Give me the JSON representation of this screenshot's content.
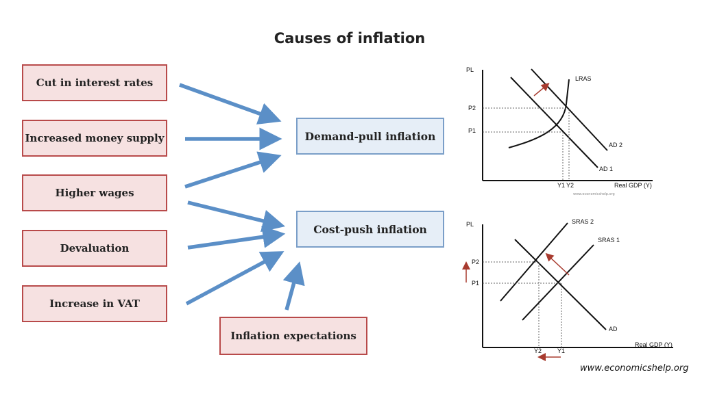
{
  "title": "Causes of inflation",
  "causes": [
    {
      "label": "Cut in interest rates"
    },
    {
      "label": "Increased money supply"
    },
    {
      "label": "Higher wages"
    },
    {
      "label": "Devaluation"
    },
    {
      "label": "Increase in VAT"
    }
  ],
  "effects": [
    {
      "label": "Demand-pull inflation"
    },
    {
      "label": "Cost-push inflation"
    }
  ],
  "expectations": {
    "label": "Inflation expectations"
  },
  "graph1": {
    "y_axis": "PL",
    "x_axis": "Real GDP (Y)",
    "p2": "P2",
    "p1": "P1",
    "y1": "Y1",
    "y2": "Y2",
    "lras": "LRAS",
    "ad2": "AD 2",
    "ad1": "AD 1",
    "watermark": "www.economicshelp.org"
  },
  "graph2": {
    "y_axis": "PL",
    "x_axis": "Real GDP (Y)",
    "p2": "P2",
    "p1": "P1",
    "y2": "Y2",
    "y1": "Y1",
    "sras2": "SRAS 2",
    "sras1": "SRAS 1",
    "ad": "AD"
  },
  "credit": "www.economicshelp.org",
  "colors": {
    "cause_fill": "#f6e1e1",
    "cause_border": "#b84a4a",
    "effect_fill": "#e6eef7",
    "effect_border": "#7a9ec8",
    "arrow": "#5b8fc7",
    "shift_arrow": "#a83b2f"
  }
}
